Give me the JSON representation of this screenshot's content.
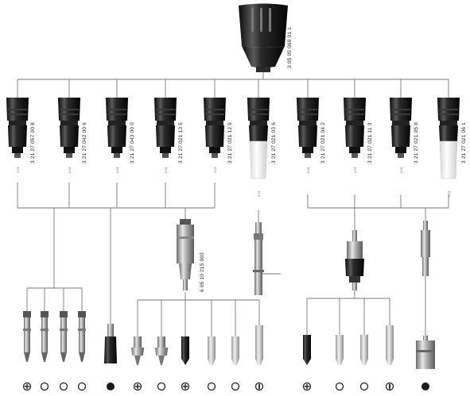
{
  "title": "",
  "main_part": {
    "part_number": "3 05 05 069 01 1"
  },
  "holders": [
    {
      "part_number": "3 21 27 057 00 8",
      "marking": "0.51",
      "collar": "dark"
    },
    {
      "part_number": "3 21 27 042 00 6",
      "marking": "0.51",
      "collar": "dark"
    },
    {
      "part_number": "3 21 27 043 00 0",
      "marking": "0.51",
      "collar": "dark"
    },
    {
      "part_number": "3 21 27 021 13 5",
      "marking": "0.51",
      "collar": "dark"
    },
    {
      "part_number": "3 21 27 021 12 9",
      "marking": "0.51",
      "collar": "dark"
    },
    {
      "part_number": "3 21 27 021 03 6",
      "marking": "0.51",
      "collar": "white"
    },
    {
      "part_number": "3 21 27 021 04 2",
      "marking": "0.51",
      "collar": "dark"
    },
    {
      "part_number": "3 21 27 021 11 3",
      "marking": "0.51",
      "collar": "dark"
    },
    {
      "part_number": "3 21 27 021 05 8",
      "marking": "0.51",
      "collar": "dark"
    },
    {
      "part_number": "3 21 27 021 06 1",
      "marking": "0.51",
      "collar": "white"
    }
  ],
  "adapters": [
    {
      "part_number": "6 05 10 215 003"
    }
  ],
  "bit_symbols": [
    "phillips",
    "pozidriv",
    "pozidriv",
    "pozidriv",
    "hex-socket",
    "phillips",
    "pozidriv",
    "phillips",
    "pozidriv",
    "pozidriv",
    "slotted",
    "phillips",
    "pozidriv",
    "pozidriv",
    "slotted",
    "hex-socket"
  ]
}
